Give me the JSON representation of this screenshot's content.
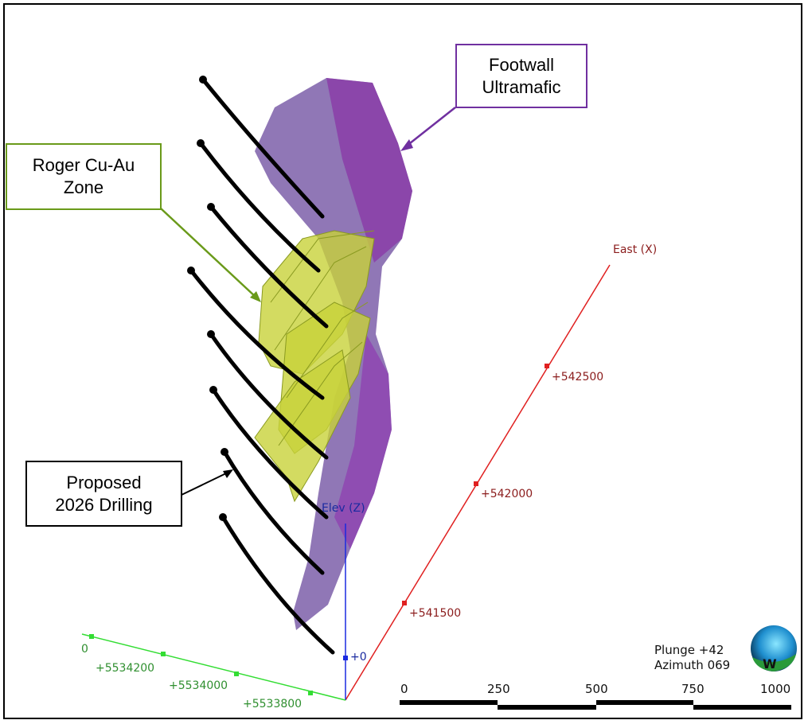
{
  "callouts": {
    "footwall": [
      "Footwall",
      "Ultramafic"
    ],
    "roger": [
      "Roger Cu-Au",
      "Zone"
    ],
    "drilling": [
      "Proposed",
      "2026 Drilling"
    ]
  },
  "axes": {
    "east": {
      "label": "East (X)",
      "ticks": [
        "+541500",
        "+542000",
        "+542500"
      ]
    },
    "elev": {
      "label": "Elev (Z)",
      "ticks": [
        "+0"
      ]
    },
    "north": {
      "ticks": [
        "0",
        "+5534200",
        "+5534000",
        "+5533800"
      ]
    }
  },
  "orientation": {
    "plunge": "Plunge +42",
    "azimuth": "Azimuth 069",
    "globe_letter": "W"
  },
  "scale_bar": {
    "labels": [
      "0",
      "250",
      "500",
      "750",
      "1000"
    ]
  },
  "colors": {
    "footwall": "#7a3a9a",
    "roger_zone": "#c8d23a",
    "drill": "#000000",
    "east_axis": "#e02020",
    "elev_axis": "#1a2ae0",
    "north_axis": "#33dd33",
    "roger_border": "#6a9a1a",
    "footwall_border": "#7030a0"
  }
}
